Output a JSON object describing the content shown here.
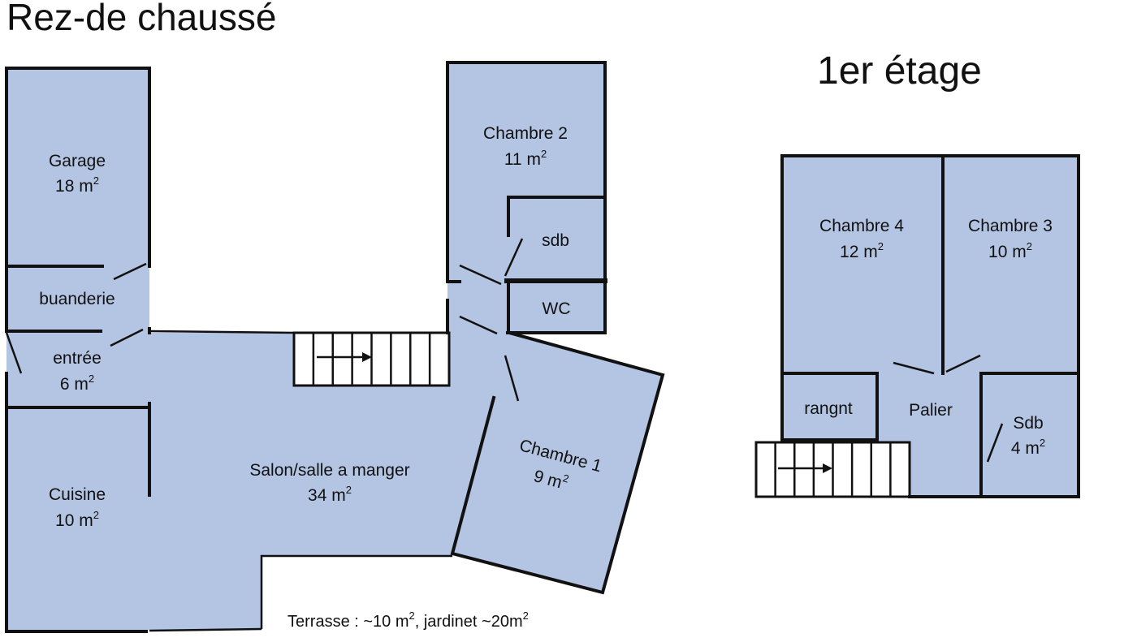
{
  "titles": {
    "ground_floor": "Rez-de chaussé",
    "first_floor": "1er étage"
  },
  "ground_floor": {
    "garage": {
      "name": "Garage",
      "area": "18 m",
      "exp": "2"
    },
    "buanderie": {
      "name": "buanderie"
    },
    "entree": {
      "name": "entrée",
      "area": "6 m",
      "exp": "2"
    },
    "cuisine": {
      "name": "Cuisine",
      "area": "10 m",
      "exp": "2"
    },
    "salon": {
      "name": "Salon/salle a manger",
      "area": "34 m",
      "exp": "2"
    },
    "chambre2": {
      "name": "Chambre 2",
      "area": "11 m",
      "exp": "2"
    },
    "sdb": {
      "name": "sdb"
    },
    "wc": {
      "name": "WC"
    },
    "chambre1": {
      "name": "Chambre 1",
      "area": "9 m",
      "exp": "2"
    },
    "terrace_note": {
      "part1": "Terrasse : ~10 m",
      "exp1": "2",
      "part2": ", jardinet ~20m",
      "exp2": "2"
    }
  },
  "first_floor": {
    "chambre4": {
      "name": "Chambre 4",
      "area": "12 m",
      "exp": "2"
    },
    "chambre3": {
      "name": "Chambre 3",
      "area": "10 m",
      "exp": "2"
    },
    "rangement": {
      "name": "rangnt"
    },
    "palier": {
      "name": "Palier"
    },
    "sdb": {
      "name": "Sdb",
      "area": "4 m",
      "exp": "2"
    }
  },
  "colors": {
    "room_fill": "#b4c4e3",
    "wall": "#111111"
  }
}
